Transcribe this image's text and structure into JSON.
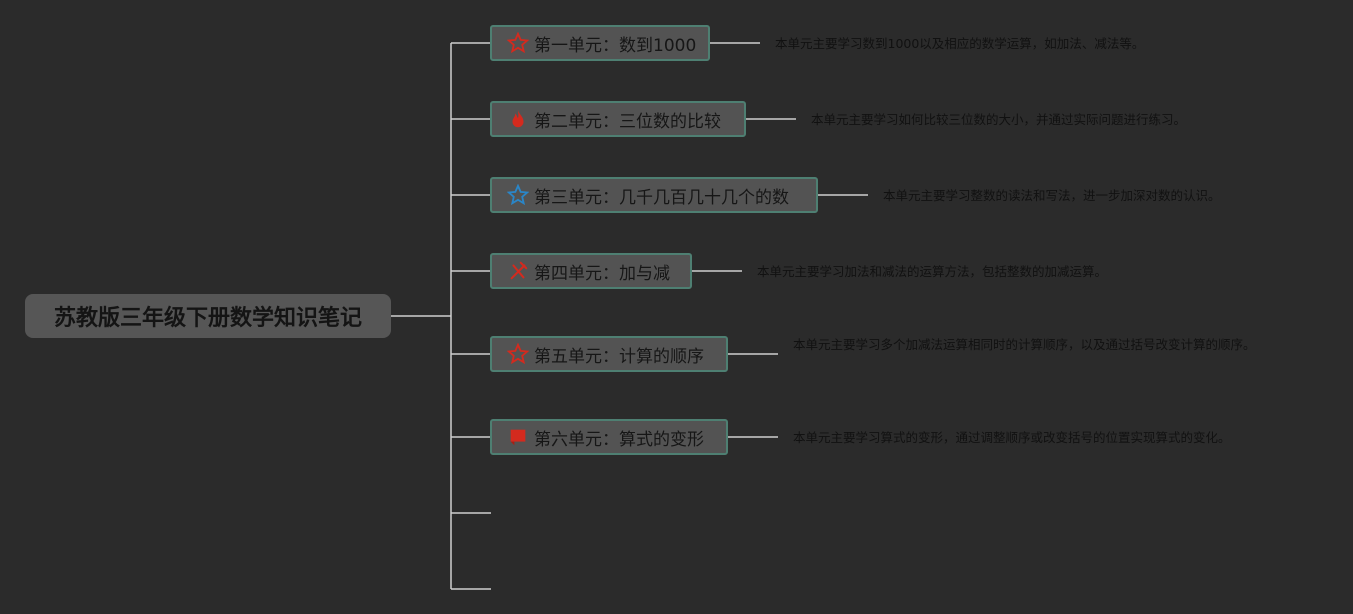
{
  "root": {
    "title": "苏教版三年级下册数学知识笔记"
  },
  "colors": {
    "background": "#2b2b2b",
    "node_fill": "#535353",
    "node_border": "#4e7f72",
    "line": "#cfcfcf",
    "icon_red": "#d42a1e",
    "icon_blue": "#2a86c8"
  },
  "units": [
    {
      "title": "第一单元：数到1000",
      "icon": "star-outline-icon",
      "desc": "本单元主要学习数到1000以及相应的数学运算，如加法、减法等。"
    },
    {
      "title": "第二单元：三位数的比较",
      "icon": "fire-icon",
      "desc": "本单元主要学习如何比较三位数的大小，并通过实际问题进行练习。"
    },
    {
      "title": "第三单元：几千几百几十几个的数",
      "icon": "star-outline-blue-icon",
      "desc": "本单元主要学习整数的读法和写法，进一步加深对数的认识。"
    },
    {
      "title": "第四单元：加与减",
      "icon": "tools-icon",
      "desc": "本单元主要学习加法和减法的运算方法，包括整数的加减运算。"
    },
    {
      "title": "第五单元：计算的顺序",
      "icon": "star-outline-icon",
      "desc": "本单元主要学习多个加减法运算相同时的计算顺序，以及通过括号改变计算的顺序。"
    },
    {
      "title": "第六单元：算式的变形",
      "icon": "flag-icon",
      "desc": "本单元主要学习算式的变形，通过调整顺序或改变括号的位置实现算式的变化。"
    }
  ]
}
